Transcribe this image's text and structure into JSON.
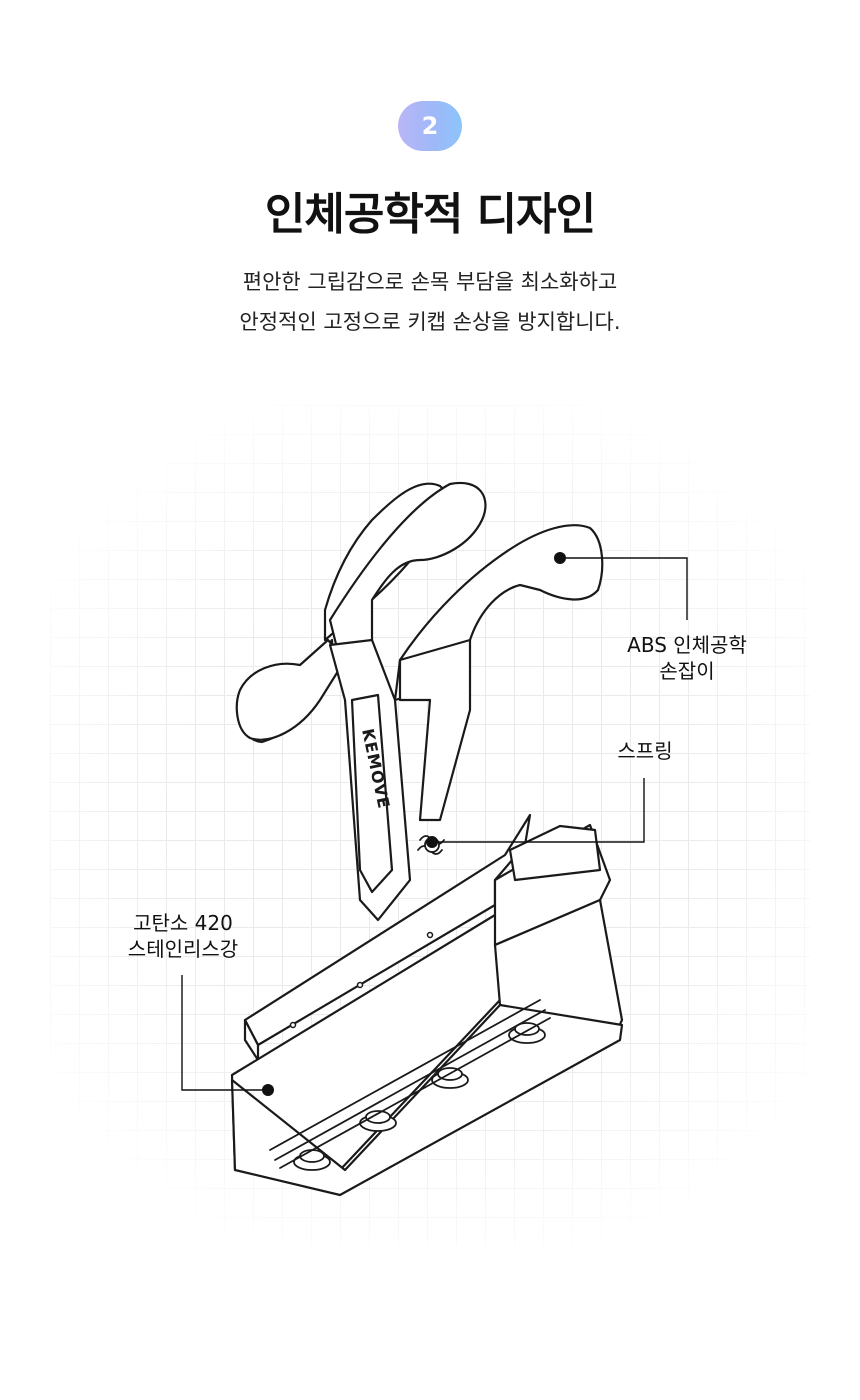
{
  "step": {
    "number": "2"
  },
  "title": "인체공학적 디자인",
  "description": {
    "line1": "편안한 그립감으로 손목 부담을 최소화하고",
    "line2": "안정적인 고정으로 키캡 손상을 방지합니다."
  },
  "product": {
    "brand_mark": "KEMOVE"
  },
  "callouts": {
    "handle": {
      "line1": "ABS 인체공학",
      "line2": "손잡이"
    },
    "spring": {
      "line1": "스프링"
    },
    "body": {
      "line1": "고탄소 420",
      "line2": "스테인리스강"
    }
  },
  "colors": {
    "badge_start": "#b9b6f6",
    "badge_end": "#8cc4fb",
    "highlight": "#c8c6f8",
    "line": "#111111"
  }
}
